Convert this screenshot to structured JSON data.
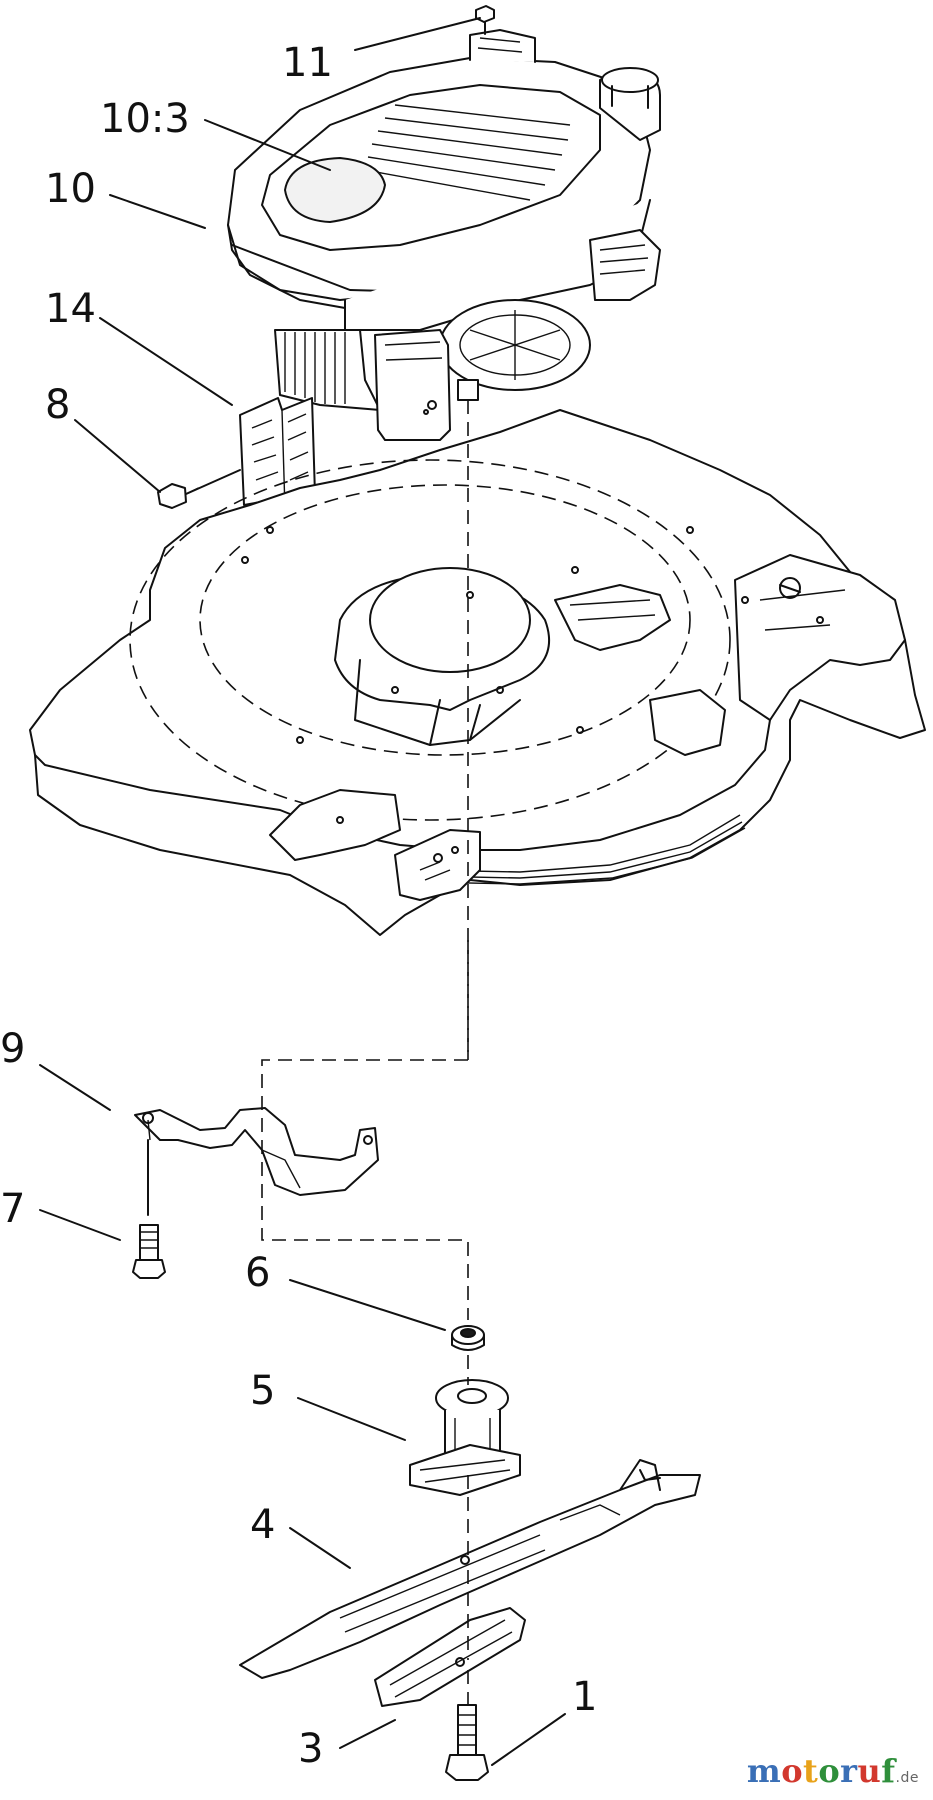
{
  "diagram": {
    "callouts": [
      "11",
      "10:3",
      "10",
      "14",
      "8",
      "9",
      "7",
      "6",
      "5",
      "4",
      "3",
      "1"
    ],
    "watermark": {
      "letters": [
        "m",
        "o",
        "t",
        "o",
        "r",
        "u",
        "f"
      ],
      "suffix": ".de",
      "colors": [
        "#3a6fb6",
        "#d2382e",
        "#e8a21a",
        "#2f8f3b",
        "#3a6fb6",
        "#d2382e",
        "#2f8f3b"
      ]
    }
  }
}
